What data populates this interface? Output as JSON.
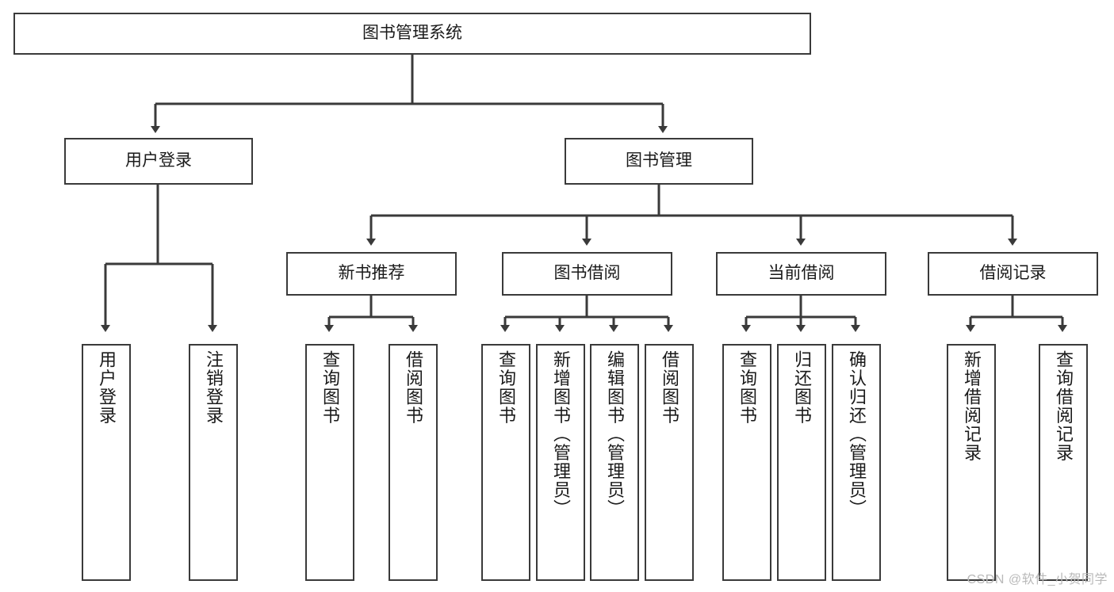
{
  "diagram": {
    "title": "图书管理系统",
    "type": "tree-hierarchy",
    "orientation": "top-down",
    "line_color": "#3a3a3a",
    "box_fill": "#ffffff",
    "text_color": "#1a1a1a",
    "background": "#ffffff"
  },
  "nodes": {
    "root": {
      "label": "图书管理系统",
      "level": 1
    },
    "l2": [
      {
        "id": "user-login",
        "label": "用户登录",
        "level": 2
      },
      {
        "id": "book-manage",
        "label": "图书管理",
        "level": 2
      }
    ],
    "l3": [
      {
        "id": "new-book-recommend",
        "label": "新书推荐",
        "level": 3
      },
      {
        "id": "book-borrow",
        "label": "图书借阅",
        "level": 3
      },
      {
        "id": "current-borrow",
        "label": "当前借阅",
        "level": 3
      },
      {
        "id": "borrow-record",
        "label": "借阅记录",
        "level": 3
      }
    ],
    "leaves": [
      {
        "id": "leaf-user-login",
        "label": "用户登录",
        "parent": "user-login"
      },
      {
        "id": "leaf-logout-login",
        "label": "注销登录",
        "parent": "user-login"
      },
      {
        "id": "leaf-query-book-1",
        "label": "查询图书",
        "parent": "new-book-recommend"
      },
      {
        "id": "leaf-borrow-book-1",
        "label": "借阅图书",
        "parent": "new-book-recommend"
      },
      {
        "id": "leaf-query-book-2",
        "label": "查询图书",
        "parent": "book-borrow"
      },
      {
        "id": "leaf-add-book",
        "label": "新增图书（管理员）",
        "parent": "book-borrow"
      },
      {
        "id": "leaf-edit-book",
        "label": "编辑图书（管理员）",
        "parent": "book-borrow"
      },
      {
        "id": "leaf-borrow-book-2",
        "label": "借阅图书",
        "parent": "book-borrow"
      },
      {
        "id": "leaf-query-book-3",
        "label": "查询图书",
        "parent": "current-borrow"
      },
      {
        "id": "leaf-return-book",
        "label": "归还图书",
        "parent": "current-borrow"
      },
      {
        "id": "leaf-confirm-return",
        "label": "确认归还（管理员）",
        "parent": "current-borrow"
      },
      {
        "id": "leaf-add-record",
        "label": "新增借阅记录",
        "parent": "borrow-record"
      },
      {
        "id": "leaf-query-record",
        "label": "查询借阅记录",
        "parent": "borrow-record"
      }
    ]
  },
  "watermark": {
    "text": "CSDN @软件_小贺同学"
  }
}
